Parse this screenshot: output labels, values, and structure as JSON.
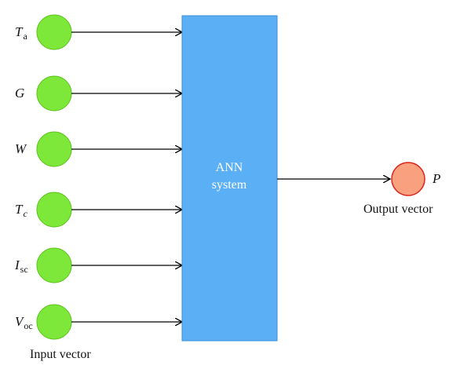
{
  "inputs": [
    {
      "var": "T",
      "sub": "a",
      "sub_italic": false
    },
    {
      "var": "G",
      "sub": "",
      "sub_italic": false
    },
    {
      "var": "W",
      "sub": "",
      "sub_italic": false
    },
    {
      "var": "T",
      "sub": "c",
      "sub_italic": true
    },
    {
      "var": "I",
      "sub": "sc",
      "sub_italic": false
    },
    {
      "var": "V",
      "sub": "oc",
      "sub_italic": false
    }
  ],
  "input_caption": "Input vector",
  "system": {
    "line1": "ANN",
    "line2": "system"
  },
  "output": {
    "var": "P"
  },
  "output_caption": "Output vector",
  "colors": {
    "input_node_fill": "#7ee83a",
    "input_node_stroke": "#5cc41c",
    "system_fill": "#5aaff5",
    "system_stroke": "#3a8fd8",
    "output_node_fill": "#f9a07e",
    "output_node_stroke": "#d7261c",
    "arrow": "#000000"
  }
}
